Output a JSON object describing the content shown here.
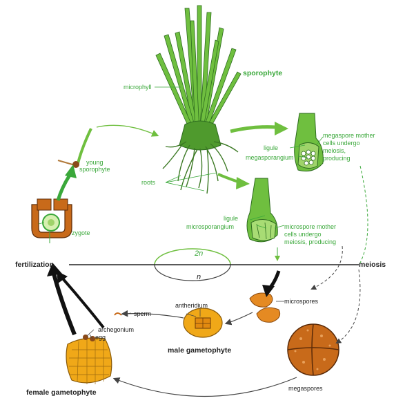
{
  "labels": {
    "sporophyte": "sporophyte",
    "microphyll": "microphyll",
    "young_sporophyte_1": "young",
    "young_sporophyte_2": "sporophyte",
    "roots": "roots",
    "zygote": "zygote",
    "ligule_top": "ligule",
    "megasporangium": "megasporangium",
    "megaspore_note_1": "megaspore mother",
    "megaspore_note_2": "cells undergo",
    "megaspore_note_3": "meiosis,",
    "megaspore_note_4": "producing",
    "ligule_bottom": "ligule",
    "microsporangium": "microsporangium",
    "microspore_note_1": "microspore mother",
    "microspore_note_2": "cells undergo",
    "microspore_note_3": "meiosis, producing",
    "fertilization": "fertilization",
    "meiosis": "meiosis",
    "diploid": "2n",
    "haploid": "n",
    "microspores": "microspores",
    "antheridium": "antheridium",
    "sperm": "sperm",
    "archegonium": "archegonium",
    "egg": "egg",
    "male_gametophyte": "male gametophyte",
    "female_gametophyte": "female gametophyte",
    "megaspores": "megaspores"
  },
  "colors": {
    "green_label": "#3aa83a",
    "plant_green": "#6fbf3f",
    "gametophyte_orange": "#f0a818",
    "spore_brown": "#c86a1a",
    "arrow_dark": "#111111"
  }
}
